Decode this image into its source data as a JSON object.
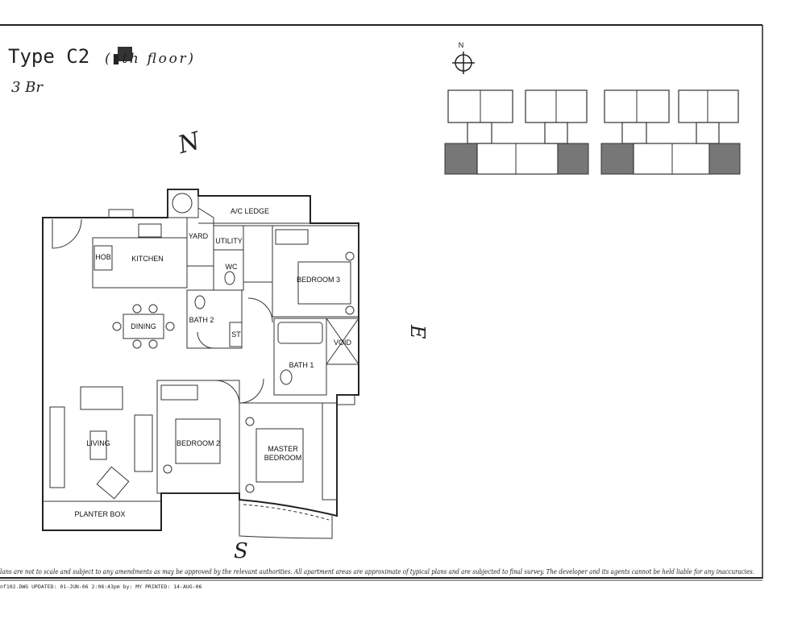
{
  "header": {
    "unit_type": "Type C2",
    "floor_note": "(▮th floor)",
    "bedrooms_note": "3 Br"
  },
  "compass": {
    "label": "N"
  },
  "handwritten_marks": {
    "north": "N",
    "south": "S",
    "east": "E"
  },
  "rooms": {
    "ac_ledge": "A/C LEDGE",
    "yard": "YARD",
    "utility": "UTILITY",
    "wc": "WC",
    "hob": "HOB",
    "kitchen": "KITCHEN",
    "dining": "DINING",
    "bath2": "BATH 2",
    "st": "ST",
    "bedroom3": "BEDROOM 3",
    "void": "VOID",
    "bath1": "BATH 1",
    "living": "LIVING",
    "bedroom2": "BEDROOM 2",
    "master_bedroom_1": "MASTER",
    "master_bedroom_2": "BEDROOM",
    "planter_box": "PLANTER BOX"
  },
  "footer": {
    "disclaimer": "lans are not to scale and subject to any amendments as may be approved by the relevant authorities. All apartment areas are approximate of typical plans and are subjected to final survey. The developer and its agents cannot be held liable for any inaccuracies.",
    "drawing_info": "nf102.DWG UPDATED: 01-JUN-06 2:08:43pm by: MY PRINTED: 14-AUG-06"
  }
}
